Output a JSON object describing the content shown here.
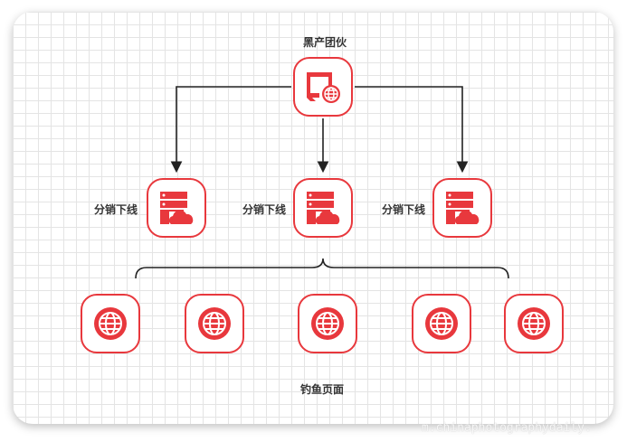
{
  "title": "黑产团伙",
  "distributor_label": "分销下线",
  "distributors": [
    {
      "label": "分销下线"
    },
    {
      "label": "分销下线"
    },
    {
      "label": "分销下线"
    }
  ],
  "phishing_label": "钓鱼页面",
  "phishing_count": 5,
  "watermark": "m.chinaphotographydaily.",
  "colors": {
    "accent": "#e8383d",
    "line": "#222222"
  }
}
